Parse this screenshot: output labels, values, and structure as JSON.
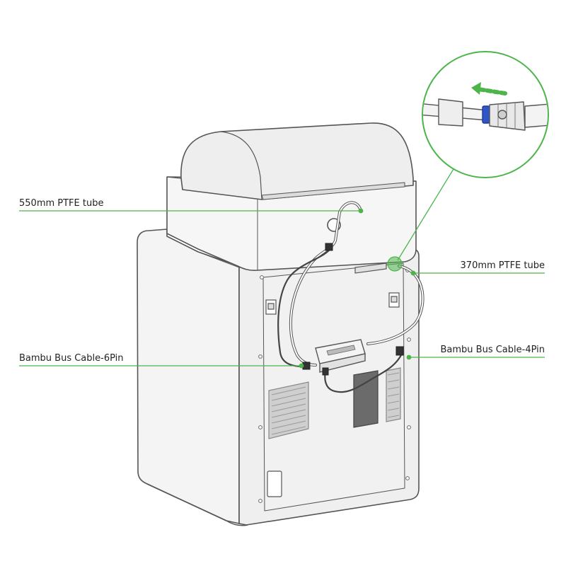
{
  "callouts": {
    "ptfe_550": "550mm PTFE tube",
    "ptfe_370": "370mm PTFE tube",
    "bus_6pin": "Bambu Bus Cable-6Pin",
    "bus_4pin": "Bambu Bus Cable-4Pin"
  },
  "colors": {
    "accent": "#4cb54a",
    "line": "#555555",
    "fill_light": "#f4f4f4",
    "fill_mid": "#e6e6e6",
    "blue_ring": "#2f55c8"
  },
  "icons": {
    "arrow": "arrow-left-icon"
  }
}
